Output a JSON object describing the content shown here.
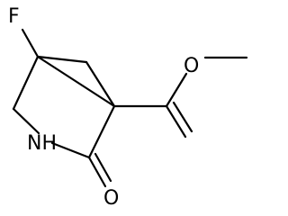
{
  "molecule": {
    "atoms": [
      {
        "element": "F",
        "label": "F"
      },
      {
        "element": "N",
        "label": "NH"
      },
      {
        "element": "O",
        "label": "O"
      },
      {
        "element": "O",
        "label": "O"
      }
    ],
    "bond_color": "#000000",
    "background": "#ffffff"
  }
}
